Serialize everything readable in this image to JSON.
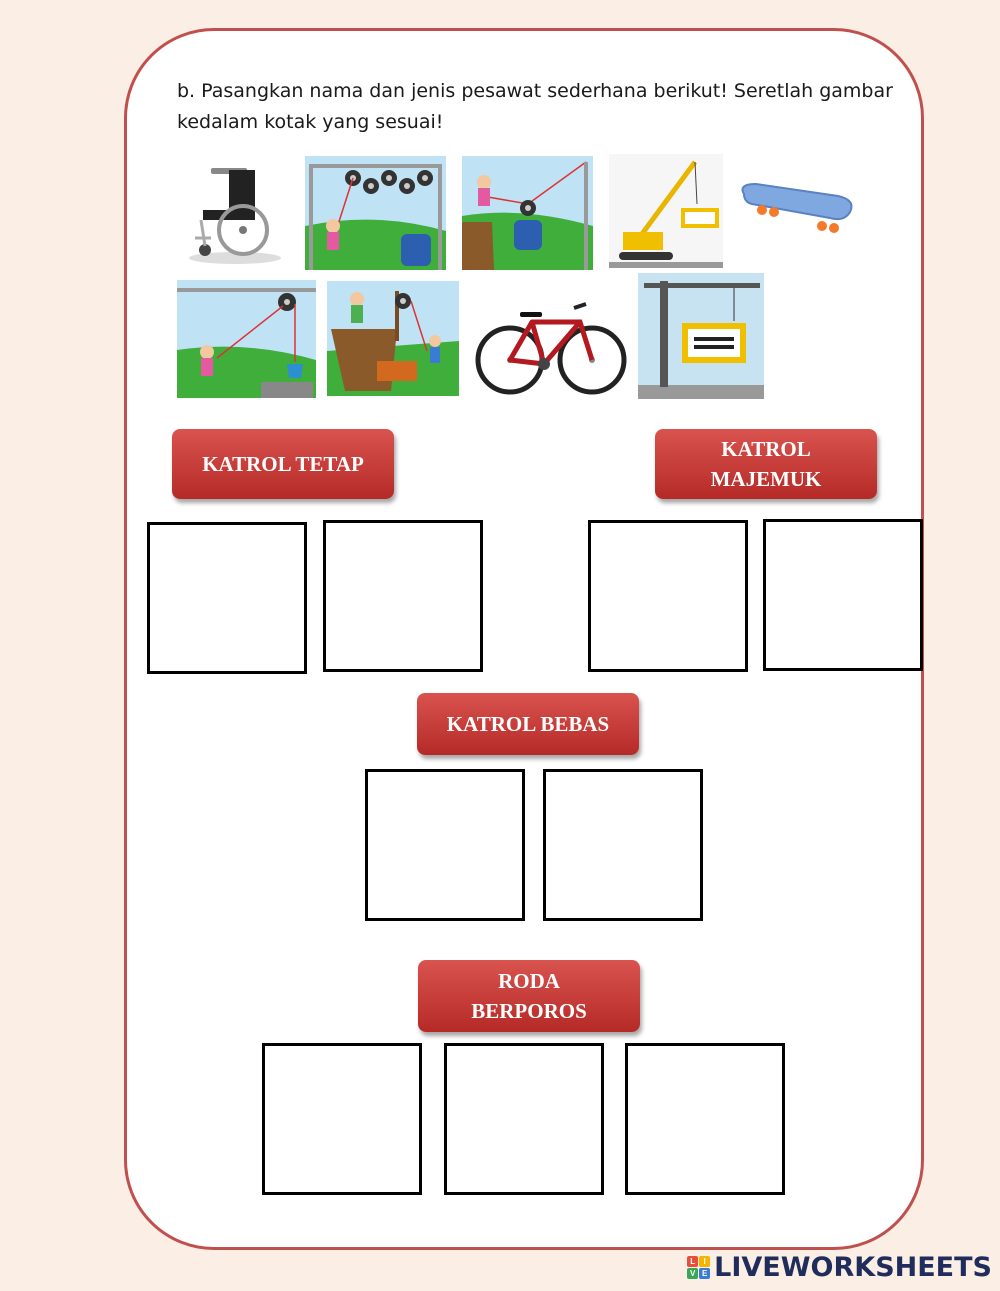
{
  "instruction": "b. Pasangkan nama dan jenis pesawat sederhana berikut! Seretlah gambar kedalam kotak yang sesuai!",
  "images": [
    {
      "name": "wheelchair-image"
    },
    {
      "name": "multiple-pulley-image"
    },
    {
      "name": "free-pulley-image"
    },
    {
      "name": "crane-image"
    },
    {
      "name": "skateboard-image"
    },
    {
      "name": "fixed-pulley-well-image"
    },
    {
      "name": "pulley-well-bricks-image"
    },
    {
      "name": "bicycle-image"
    },
    {
      "name": "tower-crane-image"
    }
  ],
  "categories": {
    "katrol_tetap": {
      "label": "KATROL TETAP",
      "slots": 2
    },
    "katrol_majemuk": {
      "label": "KATROL\nMAJEMUK",
      "slots": 2
    },
    "katrol_bebas": {
      "label": "KATROL BEBAS",
      "slots": 2
    },
    "roda_berporos": {
      "label": "RODA\nBERPOROS",
      "slots": 3
    }
  },
  "watermark": "LIVEWORKSHEETS",
  "colors": {
    "accent": "#c0504d",
    "label_bg": "#c9302c",
    "brand": "#1f2c5c"
  }
}
